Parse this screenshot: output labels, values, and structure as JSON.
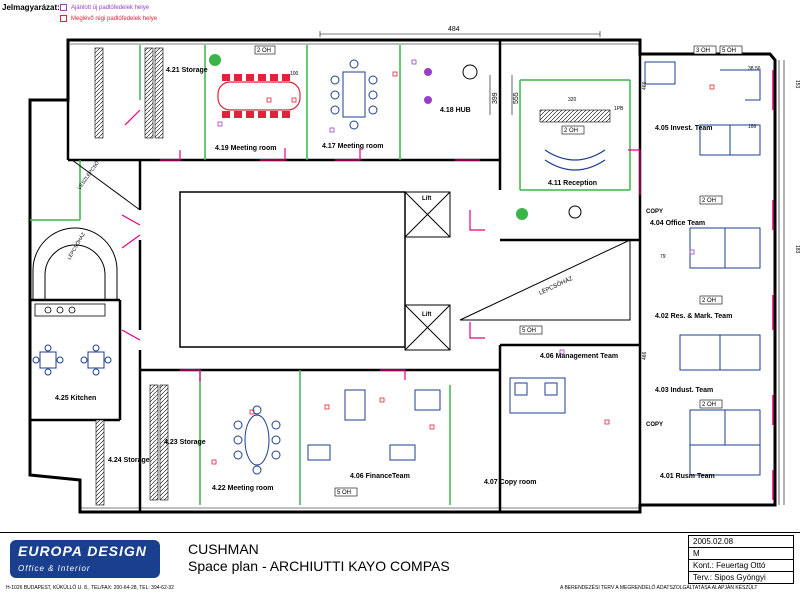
{
  "legend": {
    "title": "Jelmagyarázat:",
    "items": [
      {
        "label": "Ajánlott új padlófedelek helye",
        "color": "#9a3ec9"
      },
      {
        "label": "Meglévő régi padlófedelek helye",
        "color": "#e0223a"
      }
    ]
  },
  "colors": {
    "wall": "#000000",
    "partition": "#39b54a",
    "door": "#e5007e",
    "furniture": "#1b3f8f",
    "chair_red": "#e0223a"
  },
  "rooms": {
    "storage_421": "4.21 Storage",
    "meeting_419": "4.19 Meeting room",
    "meeting_417": "4.17 Meeting room",
    "hub": "4.18 HUB",
    "reception": "4.11 Reception",
    "invest": "4.05 Invest. Team",
    "office_team": "4.04 Office Team",
    "res_mark": "4.02 Res. & Mark. Team",
    "indust": "4.03 Indust. Team",
    "rusm": "4.01 Rusm Team",
    "management": "4.06 Management Team",
    "finance": "4.06 FinanceTeam",
    "copy_room": "4.07 Copy room",
    "meeting_422": "4.22 Meeting room",
    "storage_423": "4.23 Storage",
    "storage_424": "4.24 Storage",
    "kitchen": "4.25 Kitchen",
    "lift1": "Lift",
    "lift2": "Lift",
    "copy1": "COPY",
    "copy2": "COPY",
    "stair1": "VÉSZLÉPCSŐ",
    "stair2": "LÉPCSŐHÁZ",
    "stair3": "LÉPCSŐHÁZ"
  },
  "dims": {
    "d484": "484",
    "d399": "399",
    "d555": "555",
    "d100": "100",
    "d320": "320",
    "d466a": "466",
    "d466b": "466",
    "d79": "79",
    "d153": "153",
    "d183": "183",
    "d1PB": "1PB",
    "d3856": "38 56",
    "d166": "166"
  },
  "oh": [
    "2 OH",
    "3 OH",
    "5 OH",
    "2 OH",
    "2 OH",
    "5 OH",
    "2 OH",
    "2 OH",
    "5 OH"
  ],
  "titleblock": {
    "logo_top": "EUROPA  DESIGN",
    "logo_bottom": "Office & Interior",
    "address": "H-1026 BUDAPEST, KÜKÜLLŐ U. 8., TEL/FAX: 200-64-28, TEL: 394-62-32",
    "client": "CUSHMAN",
    "project": "Space plan - ARCHIUTTI KAYO COMPAS",
    "date": "2005.02.08",
    "scale": "M",
    "kont": "Kont.: Feuertag Ottó",
    "terv": "Terv.: Sipos Gyöngyi",
    "note": "A BERENDEZÉSI TERV A MEGRENDELŐ ADATSZOLGÁLTATÁSA ALAPJÁN KÉSZÜLT"
  }
}
